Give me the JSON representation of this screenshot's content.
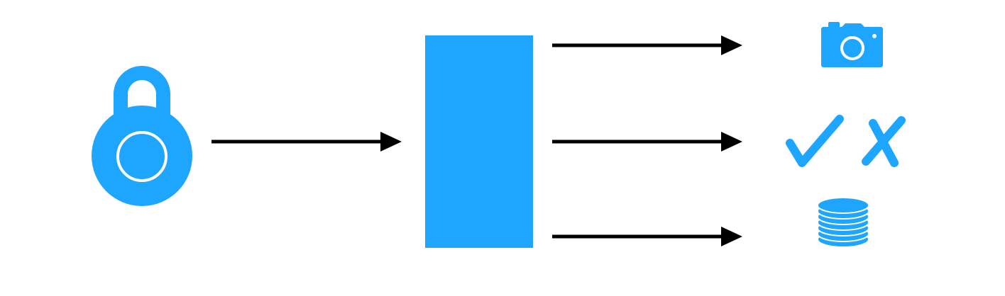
{
  "colors": {
    "accent": "#1ea5fd",
    "arrow": "#000000",
    "background": "#ffffff"
  },
  "diagram": {
    "source": {
      "icon": "padlock-icon"
    },
    "processor": {
      "shape": "rectangle"
    },
    "outputs": [
      {
        "icon": "camera-icon"
      },
      {
        "icon": "check-and-cross-icon"
      },
      {
        "icon": "coin-stack-icon"
      }
    ],
    "arrows": [
      {
        "from": "padlock",
        "to": "processor"
      },
      {
        "from": "processor",
        "to": "camera"
      },
      {
        "from": "processor",
        "to": "check-and-cross"
      },
      {
        "from": "processor",
        "to": "coin-stack"
      }
    ]
  }
}
